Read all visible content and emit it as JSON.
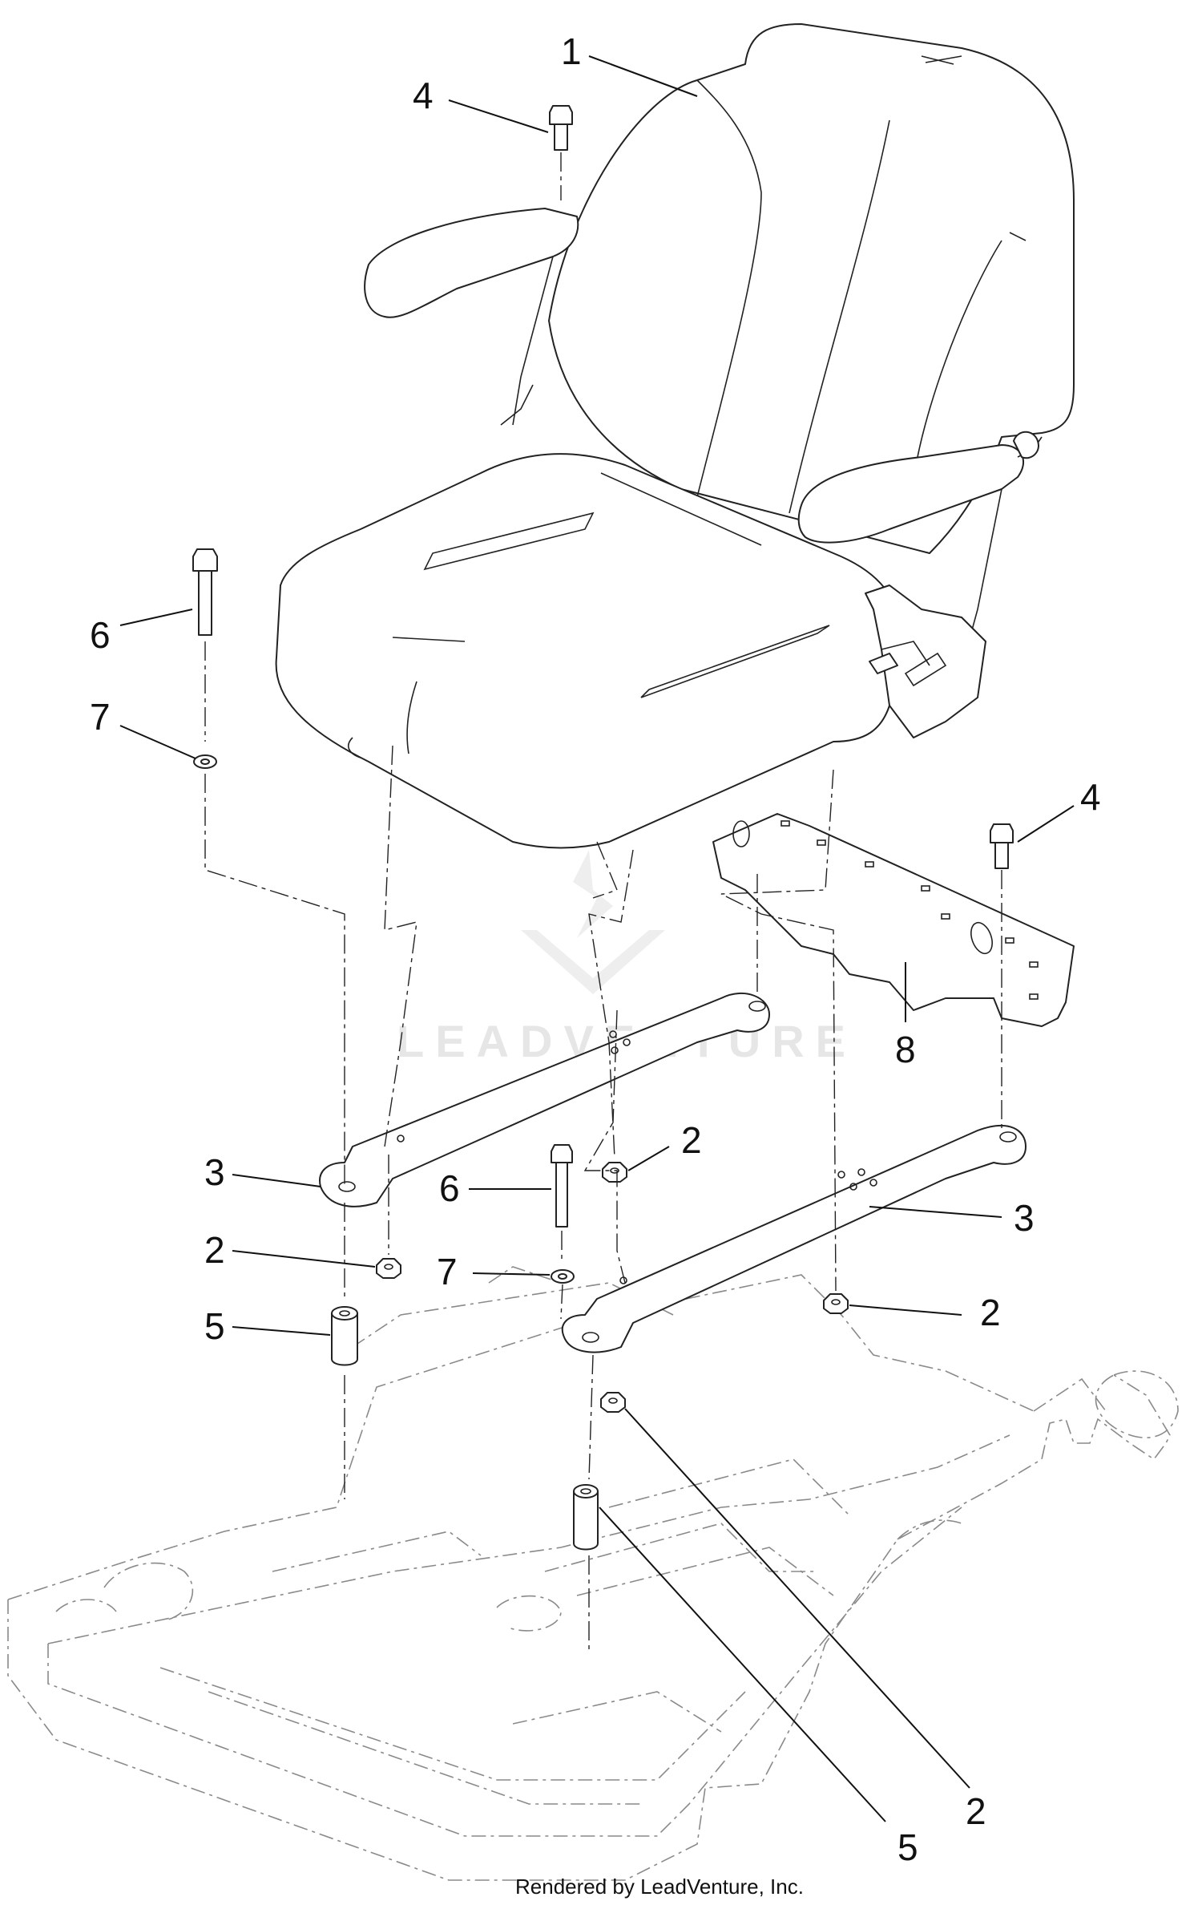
{
  "diagram": {
    "callouts": [
      {
        "id": "c1",
        "label": "1"
      },
      {
        "id": "c4a",
        "label": "4"
      },
      {
        "id": "c6a",
        "label": "6"
      },
      {
        "id": "c7a",
        "label": "7"
      },
      {
        "id": "c4b",
        "label": "4"
      },
      {
        "id": "c8",
        "label": "8"
      },
      {
        "id": "c2a",
        "label": "2"
      },
      {
        "id": "c3a",
        "label": "3"
      },
      {
        "id": "c6b",
        "label": "6"
      },
      {
        "id": "c3b",
        "label": "3"
      },
      {
        "id": "c2b",
        "label": "2"
      },
      {
        "id": "c7b",
        "label": "7"
      },
      {
        "id": "c2c",
        "label": "2"
      },
      {
        "id": "c5a",
        "label": "5"
      },
      {
        "id": "c2d",
        "label": "2"
      },
      {
        "id": "c5b",
        "label": "5"
      }
    ],
    "watermark": "LEADVENTURE",
    "credit": "Rendered by LeadVenture, Inc."
  }
}
